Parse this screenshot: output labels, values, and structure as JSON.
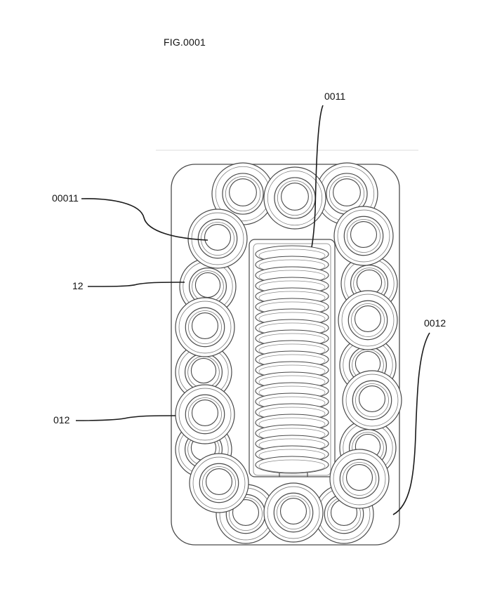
{
  "figure": {
    "title": "FIG.0001"
  },
  "callouts": {
    "c0011": "0011",
    "c00011": "00011",
    "c12": "12",
    "c0012": "0012",
    "c012": "012"
  },
  "colors": {
    "line": "#4a4a4a",
    "leader": "#1a1a1a",
    "background": "#ffffff"
  }
}
